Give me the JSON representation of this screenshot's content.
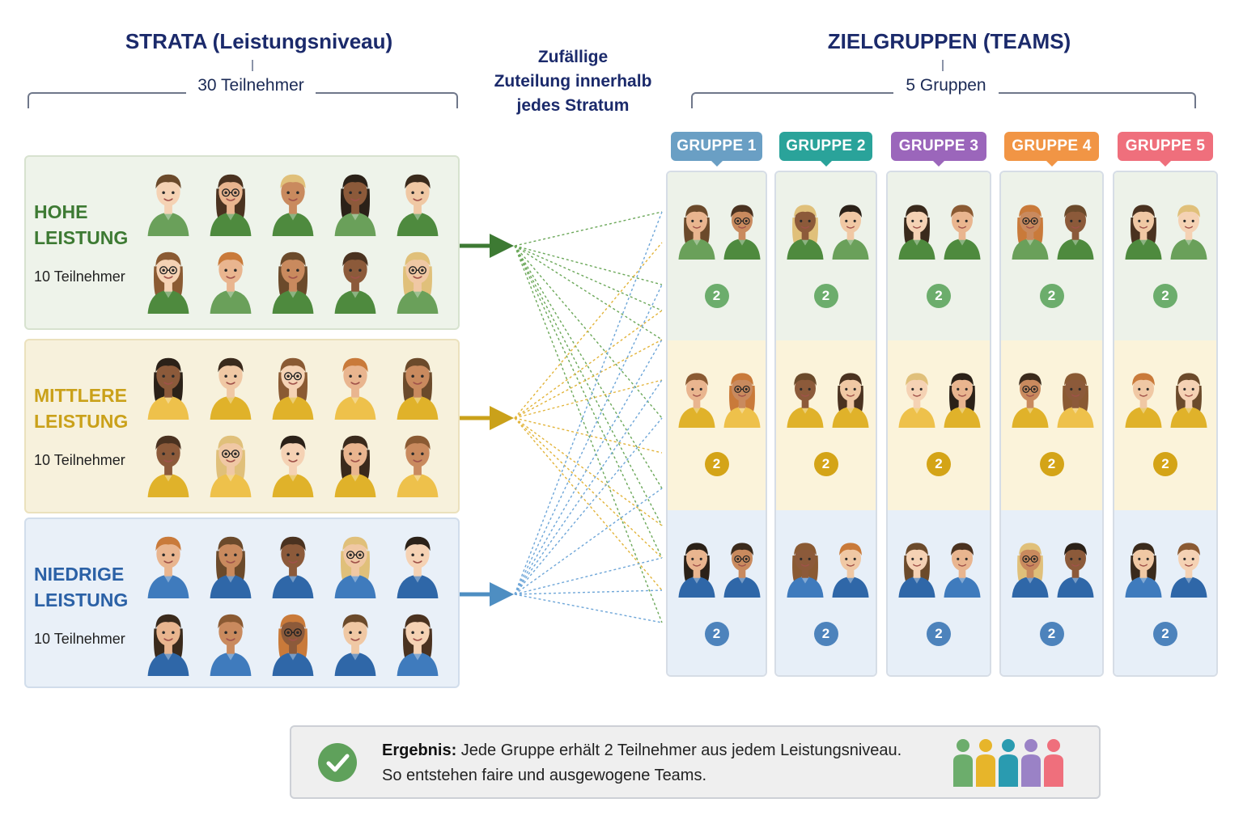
{
  "left_header": {
    "title": "STRATA (Leistungsniveau)",
    "subtitle": "30 Teilnehmer"
  },
  "middle": {
    "text": [
      "Zufällige",
      "Zuteilung innerhalb",
      "jedes Stratum"
    ]
  },
  "right_header": {
    "title": "ZIELGRUPPEN (TEAMS)",
    "subtitle": "5 Gruppen"
  },
  "strata": [
    {
      "label_line1": "HOHE",
      "label_line2": "LEISTUNG",
      "count": "10 Teilnehmer",
      "color": "#3d7a33",
      "shirt": "#4e8a3e",
      "shirt_alt": "#6aa05a"
    },
    {
      "label_line1": "MITTLERE",
      "label_line2": "LEISTUNG",
      "count": "10 Teilnehmer",
      "color": "#caa11a",
      "shirt": "#e0b22a",
      "shirt_alt": "#eec14b"
    },
    {
      "label_line1": "NIEDRIGE",
      "label_line2": "LEISTUNG",
      "count": "10 Teilnehmer",
      "color": "#2b61a6",
      "shirt": "#2f67a8",
      "shirt_alt": "#3f7bbd"
    }
  ],
  "groups": [
    {
      "label": "GRUPPE 1",
      "color": "#6a9fc4"
    },
    {
      "label": "GRUPPE 2",
      "color": "#2aa39a"
    },
    {
      "label": "GRUPPE 3",
      "color": "#9b66bb"
    },
    {
      "label": "GRUPPE 4",
      "color": "#f19545"
    },
    {
      "label": "GRUPPE 5",
      "color": "#ef6f7c"
    }
  ],
  "group_counts": [
    "2",
    "2",
    "2"
  ],
  "count_colors": [
    "#6cad6c",
    "#d4a417",
    "#4d83bc"
  ],
  "icons": {
    "person": "person-avatar-icon",
    "check": "check-icon",
    "team": "team-people-icon"
  },
  "result": {
    "bold": "Ergebnis:",
    "line1": " Jede Gruppe erhält 2 Teilnehmer aus jedem Leistungsniveau.",
    "line2": "So entstehen faire und ausgewogene Teams."
  },
  "team_icon_colors": [
    "#6cad6c",
    "#e7b52a",
    "#2a9bb0",
    "#9a82c6",
    "#ef6f7c"
  ]
}
